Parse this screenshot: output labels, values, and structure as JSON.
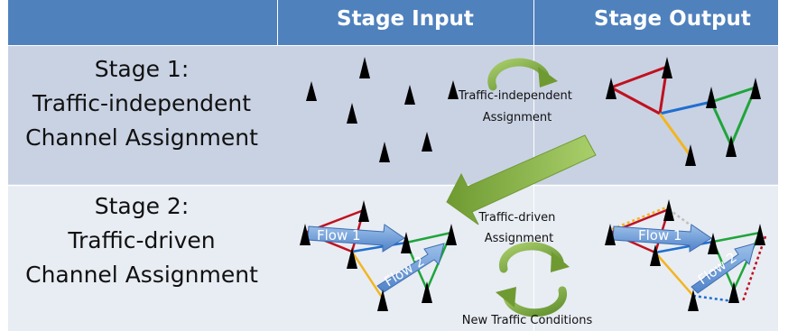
{
  "header": {
    "col_input": "Stage Input",
    "col_output": "Stage Output"
  },
  "stage1": {
    "label_line1": "Stage 1:",
    "label_line2": "Traffic-independent",
    "label_line3": "Channel Assignment",
    "transition_line1": "Traffic-independent",
    "transition_line2": "Assignment"
  },
  "stage2": {
    "label_line1": "Stage 2:",
    "label_line2": "Traffic-driven",
    "label_line3": "Channel Assignment",
    "transition_line1": "Traffic-driven",
    "transition_line2": "Assignment",
    "feedback_label": "New Traffic Conditions",
    "flow1": "Flow 1",
    "flow2": "Flow 2"
  },
  "colors": {
    "header": "#4f81bd",
    "row1": "#c9d2e3",
    "row2": "#e8ecf3",
    "red_channel": "#c0111f",
    "green_channel": "#1fa53a",
    "blue_channel": "#1f6fd0",
    "yellow_channel": "#f3b51f",
    "arrow_green": "#8fbc45",
    "flow_arrow": "#6a9ad6"
  }
}
